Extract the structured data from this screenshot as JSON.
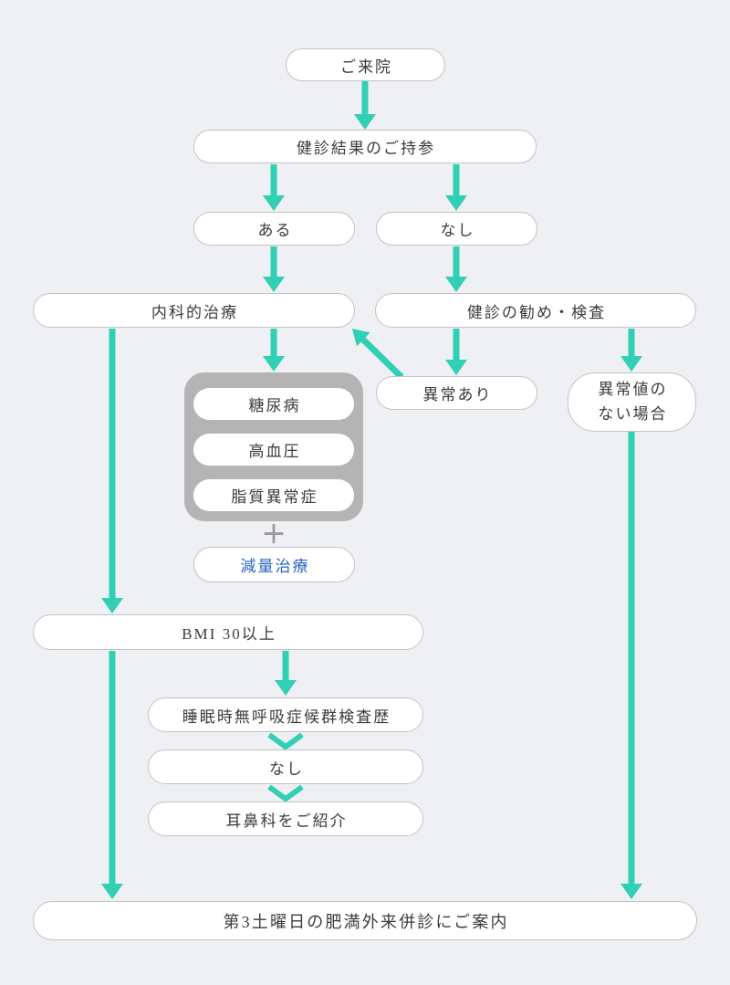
{
  "colors": {
    "background": "#eef0f4",
    "arrow": "#31cfb3",
    "box_fill": "#ffffff",
    "box_border": "#c3c3c3",
    "text": "#3b3b3b",
    "group_container": "#b4b4b4",
    "plus": "#9b9b9b",
    "link": "#2c63c1"
  },
  "diagram": {
    "type": "flowchart",
    "nodes": {
      "visit": "ご来院",
      "bring_results": "健診結果のご持参",
      "result_yes": "ある",
      "result_no": "なし",
      "internal_treatment": "内科的治療",
      "checkup_recommendation": "健診の勧め・検査",
      "diabetes": "糖尿病",
      "hypertension": "高血圧",
      "dyslipidemia": "脂質異常症",
      "plus": "＋",
      "weight_loss_treatment": "減量治療",
      "abnormal_found": "異常あり",
      "no_abnormal_line1": "異常値の",
      "no_abnormal_line2": "ない場合",
      "bmi_over_30": "BMI 30以上",
      "sleep_apnea_history": "睡眠時無呼吸症候群検査歴",
      "sleep_apnea_none": "なし",
      "ent_referral": "耳鼻科をご紹介",
      "obesity_clinic_info": "第3土曜日の肥満外来併診にご案内"
    }
  }
}
